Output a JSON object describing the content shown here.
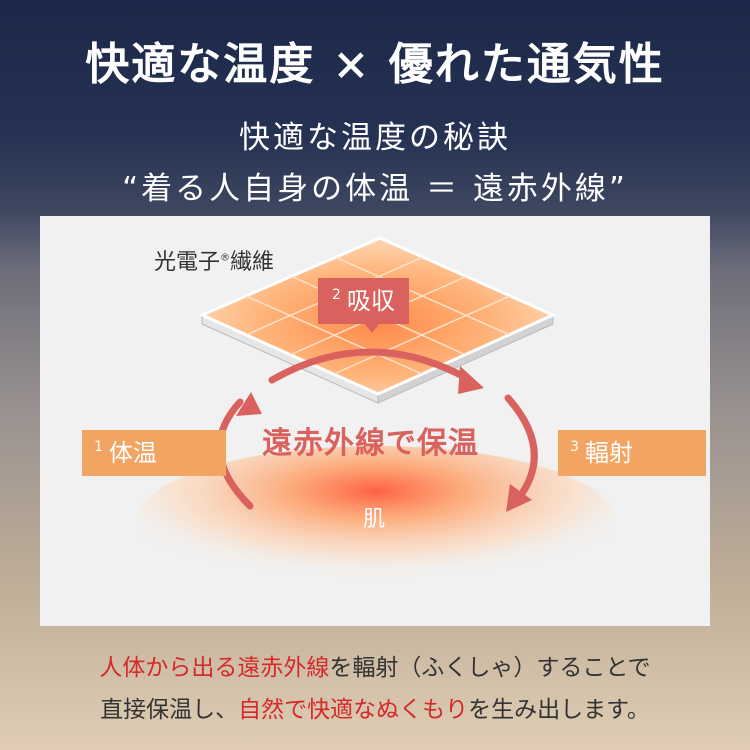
{
  "title": "快適な温度 × 優れた通気性",
  "subtitle_line1": "快適な温度の秘訣",
  "subtitle_line2": "“着る人自身の体温 ＝ 遠赤外線”",
  "diagram": {
    "fiber_label_main": "光電子",
    "fiber_label_mark": "®",
    "fiber_label_suffix": "繊維",
    "step1_num": "1",
    "step1_label": "体温",
    "step2_num": "2",
    "step2_label": "吸収",
    "step3_num": "3",
    "step3_label": "輻射",
    "center_label": "遠赤外線で保温",
    "skin_label": "肌"
  },
  "description": {
    "line1_hl1": "人体から出る遠赤外線",
    "line1_rest": "を輻射（ふくしゃ）することで",
    "line2_pre": "直接保温し、",
    "line2_hl": "自然で快適なぬくもり",
    "line2_post": "を生み出します。"
  },
  "colors": {
    "accent_red": "#d9625e",
    "accent_orange": "#f2a462",
    "highlight_text": "#d42a2a"
  }
}
